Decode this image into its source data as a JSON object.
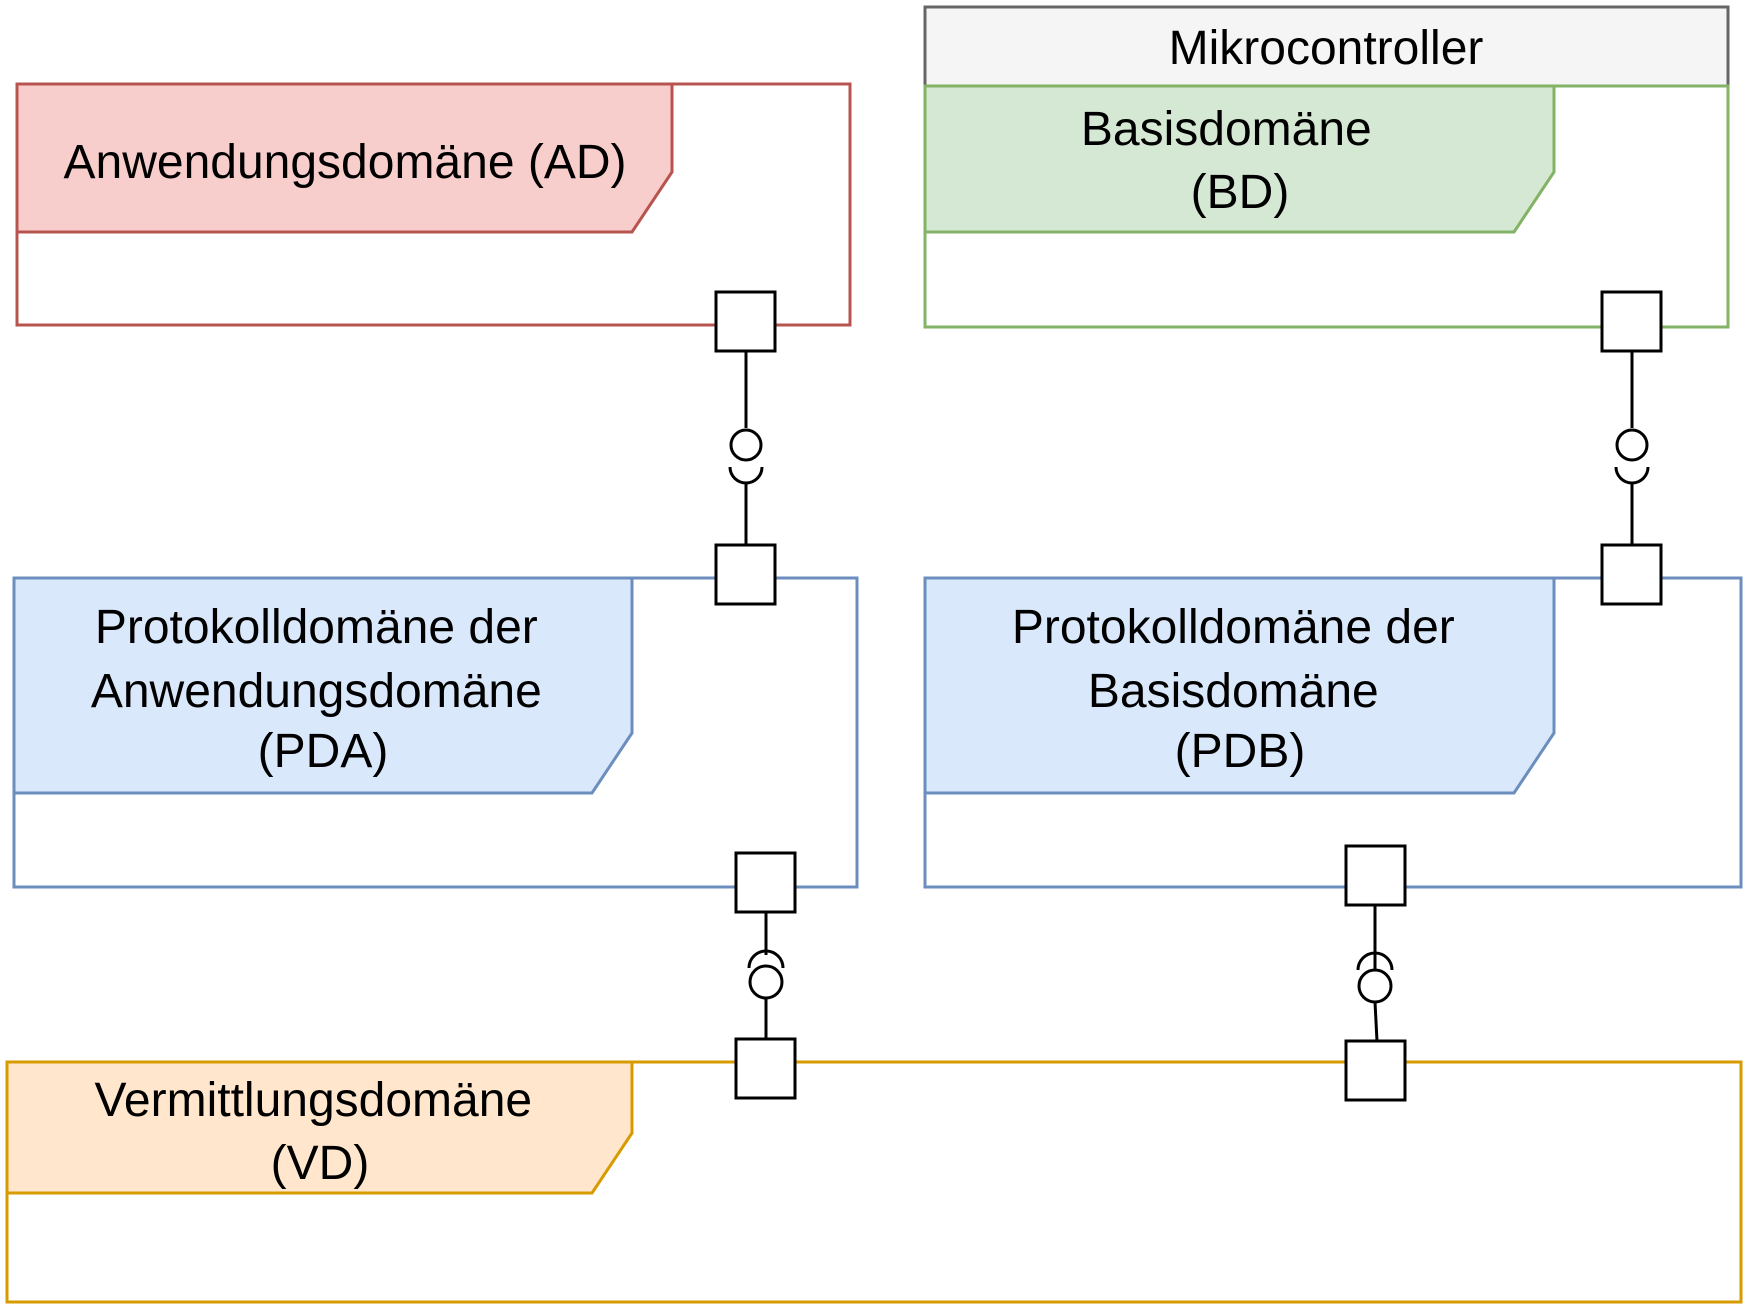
{
  "header": {
    "title": "Mikrocontroller",
    "fill": "#f5f5f5",
    "stroke": "#666666"
  },
  "domains": {
    "ad": {
      "lines": [
        "Anwendungsdomäne (AD)"
      ],
      "fill": "#f8cecc",
      "stroke": "#b85450"
    },
    "bd": {
      "lines": [
        "Basisdomäne",
        "(BD)"
      ],
      "fill": "#d5e8d4",
      "stroke": "#82b366"
    },
    "pda": {
      "lines": [
        "Protokolldomäne der",
        "Anwendungsdomäne",
        "(PDA)"
      ],
      "fill": "#dae8fc",
      "stroke": "#6c8ebf"
    },
    "pdb": {
      "lines": [
        "Protokolldomäne der",
        "Basisdomäne",
        "(PDB)"
      ],
      "fill": "#dae8fc",
      "stroke": "#6c8ebf"
    },
    "vd": {
      "lines": [
        "Vermittlungsdomäne",
        "(VD)"
      ],
      "fill": "#ffe6cc",
      "stroke": "#d79b00"
    }
  },
  "connections": [
    {
      "from": "ad",
      "to": "pda",
      "kind": "ball-socket"
    },
    {
      "from": "bd",
      "to": "pdb",
      "kind": "ball-socket"
    },
    {
      "from": "pda",
      "to": "vd",
      "kind": "ball-socket"
    },
    {
      "from": "pdb",
      "to": "vd",
      "kind": "ball-socket"
    }
  ]
}
